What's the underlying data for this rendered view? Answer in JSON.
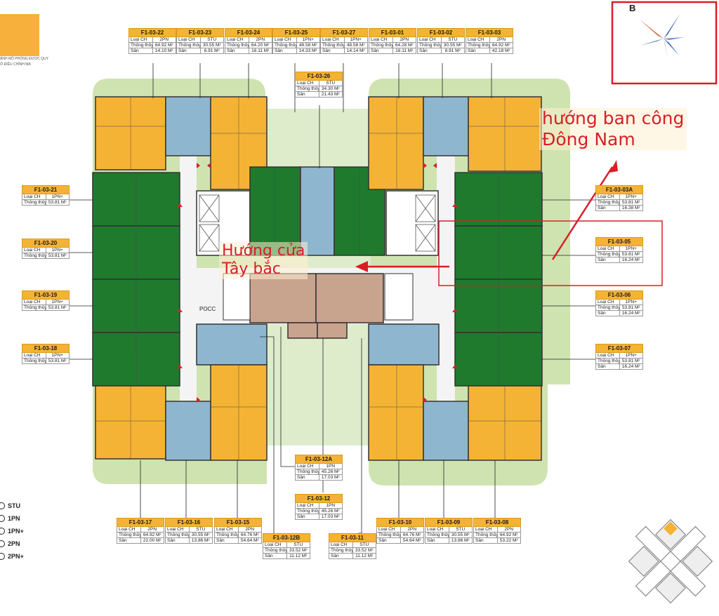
{
  "top_note": [
    "ẢNH MÔ PHỎNG ĐƯỢC QUY",
    "Ở ĐIỀU CHỈNH MÀ"
  ],
  "compass": {
    "letter": "B"
  },
  "colors": {
    "stu": "#8fb6cf",
    "one_pn": "#1f7a2e",
    "two_pn": "#f5b335",
    "landscape": "#cfe3b0",
    "corridor": "#f2f2f2",
    "core": "#c8a38e",
    "annotation": "#d81f26"
  },
  "annotations": {
    "door_direction": [
      "Hướng cửa",
      "Tây bắc"
    ],
    "balcony_direction": [
      "hướng ban công",
      "Đông Nam"
    ]
  },
  "poc_label": "POCC",
  "legend": [
    "STU",
    "1PN",
    "1PN+",
    "2PN",
    "2PN+"
  ],
  "row_labels": {
    "type": "Loại CH",
    "clear": "Thông thủy",
    "yard": "Sân"
  },
  "units": [
    {
      "code": "F1-03-22",
      "type": "2PN",
      "clear": "64.92 M²",
      "yard": "14.10 M²"
    },
    {
      "code": "F1-03-23",
      "type": "STU",
      "clear": "30.55 M²",
      "yard": "6.91 M²"
    },
    {
      "code": "F1-03-24",
      "type": "2PN",
      "clear": "64.20 M²",
      "yard": "16.11 M²"
    },
    {
      "code": "F1-03-25",
      "type": "1PN+",
      "clear": "48.58 M²",
      "yard": "14.33 M²"
    },
    {
      "code": "F1-03-27",
      "type": "1PN+",
      "clear": "48.58 M²",
      "yard": "14.14 M²"
    },
    {
      "code": "F1-03-01",
      "type": "2PN",
      "clear": "64.28 M²",
      "yard": "16.11 M²"
    },
    {
      "code": "F1-03-02",
      "type": "STU",
      "clear": "30.55 M²",
      "yard": "8.91 M²"
    },
    {
      "code": "F1-03-03",
      "type": "2PN",
      "clear": "64.92 M²",
      "yard": "42.18 M²"
    },
    {
      "code": "F1-03-26",
      "type": "STU",
      "clear": "34.30 M²",
      "yard": "21.43 M²"
    },
    {
      "code": "F1-03-21",
      "type": "1PN+",
      "clear": "53.81 M²",
      "yard": ""
    },
    {
      "code": "F1-03-20",
      "type": "1PN+",
      "clear": "53.81 M²",
      "yard": ""
    },
    {
      "code": "F1-03-19",
      "type": "1PN+",
      "clear": "53.81 M²",
      "yard": ""
    },
    {
      "code": "F1-03-18",
      "type": "1PN+",
      "clear": "53.81 M²",
      "yard": ""
    },
    {
      "code": "F1-03-03A",
      "type": "1PN+",
      "clear": "53.81 M²",
      "yard": "16.38 M²"
    },
    {
      "code": "F1-03-05",
      "type": "1PN+",
      "clear": "53.81 M²",
      "yard": "16.24 M²"
    },
    {
      "code": "F1-03-06",
      "type": "1PN+",
      "clear": "53.81 M²",
      "yard": "16.24 M²"
    },
    {
      "code": "F1-03-07",
      "type": "1PN+",
      "clear": "53.81 M²",
      "yard": "16.24 M²"
    },
    {
      "code": "F1-03-12A",
      "type": "1PN",
      "clear": "45.26 M²",
      "yard": "17.03 M²"
    },
    {
      "code": "F1-03-12",
      "type": "1PN",
      "clear": "45.26 M²",
      "yard": "17.03 M²"
    },
    {
      "code": "F1-03-17",
      "type": "2PN",
      "clear": "64.92 M²",
      "yard": "22.00 M²"
    },
    {
      "code": "F1-03-16",
      "type": "STU",
      "clear": "30.55 M²",
      "yard": "13.86 M²"
    },
    {
      "code": "F1-03-15",
      "type": "2PN",
      "clear": "64.76 M²",
      "yard": "54.64 M²"
    },
    {
      "code": "F1-03-12B",
      "type": "STU",
      "clear": "33.52 M²",
      "yard": "11.12 M²"
    },
    {
      "code": "F1-03-11",
      "type": "STU",
      "clear": "33.52 M²",
      "yard": "11.12 M²"
    },
    {
      "code": "F1-03-10",
      "type": "2PN",
      "clear": "64.76 M²",
      "yard": "54.64 M²"
    },
    {
      "code": "F1-03-09",
      "type": "STU",
      "clear": "30.55 M²",
      "yard": "13.86 M²"
    },
    {
      "code": "F1-03-08",
      "type": "2PN",
      "clear": "64.92 M²",
      "yard": "53.22 M²"
    }
  ]
}
